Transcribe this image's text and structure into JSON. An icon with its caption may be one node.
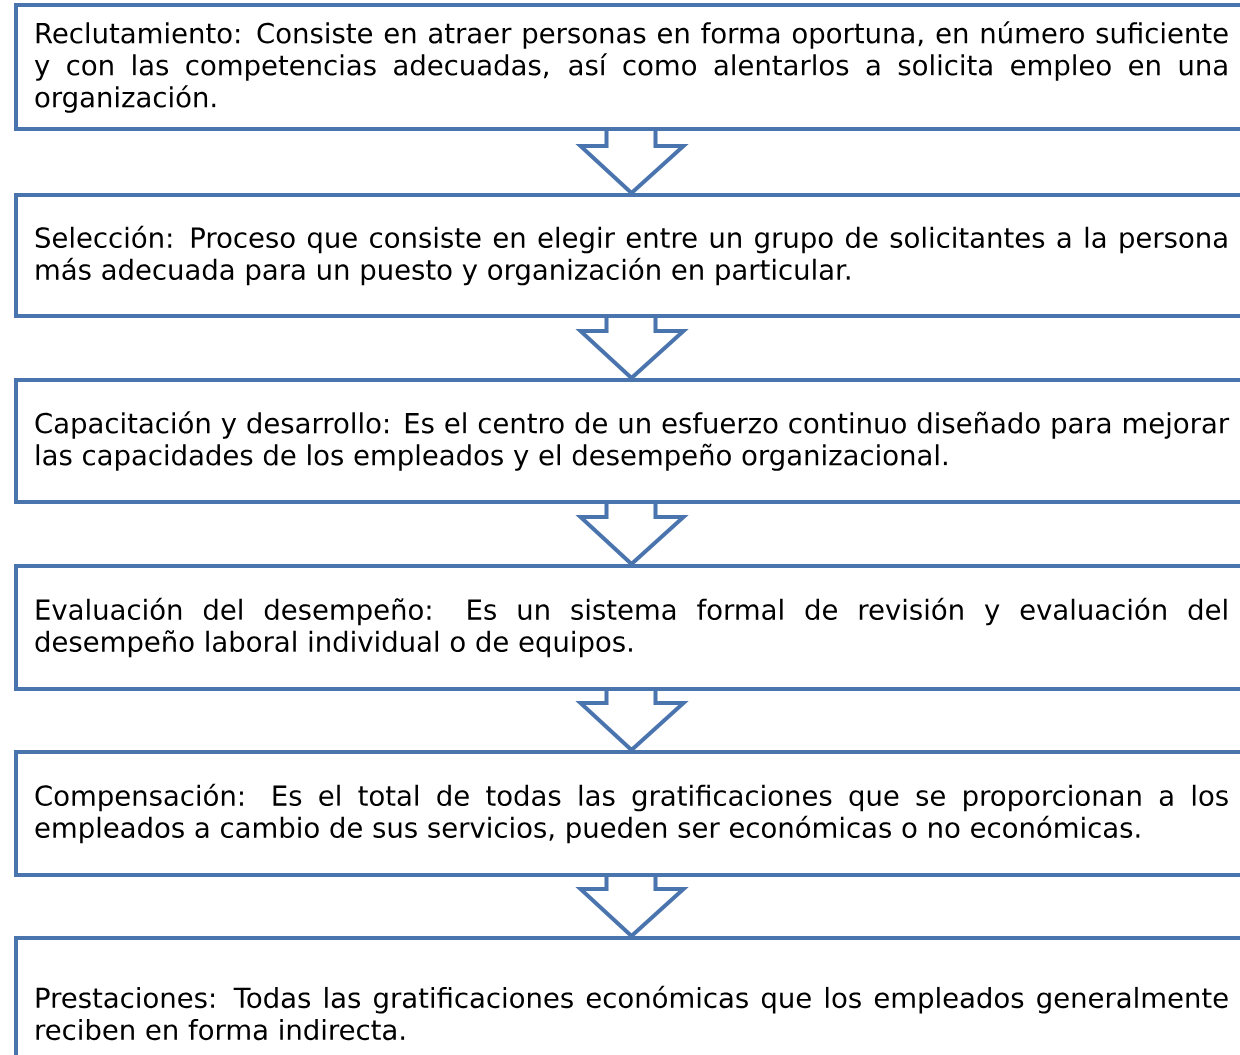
{
  "diagram": {
    "nodes": [
      {
        "text": [
          "Reclutamiento:  Consiste en atraer personas en forma oportuna, en número suficiente y con las competencias adecuadas, así como alentarlos a solicita empleo en una organización."
        ]
      },
      {
        "text": [
          "Selección: Proceso que consiste en elegir entre un grupo de solicitantes a la persona más adecuada para un puesto y organización en particular."
        ]
      },
      {
        "text": [
          "Capacitación y desarrollo: Es el centro de un esfuerzo continuo diseñado para mejorar las capacidades de los empleados y el desempeño organizacional."
        ]
      },
      {
        "text": [
          "Evaluación del desempeño: Es un sistema formal de revisión y evaluación del desempeño laboral individual o de equipos."
        ]
      },
      {
        "text": [
          "Compensación: Es el total de todas las gratificaciones que se proporcionan a los empleados a cambio de sus servicios, pueden ser económicas o no económicas."
        ]
      },
      {
        "text": [
          "Prestaciones: Todas las gratificaciones económicas que los empleados generalmente reciben en forma indirecta."
        ]
      }
    ],
    "edges": [
      {
        "from": 0,
        "to": 1,
        "arrow": "to"
      },
      {
        "from": 1,
        "to": 2,
        "arrow": "to"
      },
      {
        "from": 2,
        "to": 3,
        "arrow": "to"
      },
      {
        "from": 3,
        "to": 4,
        "arrow": "to"
      },
      {
        "from": 4,
        "to": 5,
        "arrow": "to"
      }
    ]
  }
}
